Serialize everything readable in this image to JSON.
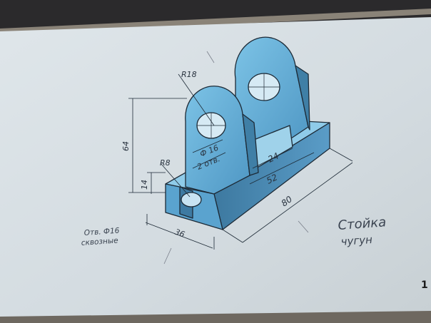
{
  "drawing": {
    "dimensions": {
      "r18": "R18",
      "r8": "R8",
      "d16": "Ф 16",
      "holes2": "2 отв.",
      "h64": "64",
      "h14": "14",
      "w24": "24",
      "w52": "52",
      "l80": "80",
      "w36": "36"
    },
    "note": {
      "line1": "Отв. Ф16",
      "line2": "сквозные"
    },
    "title": {
      "name": "Стойка",
      "material": "чугун"
    },
    "page_number": "1"
  },
  "colors": {
    "paper": "#d6dee2",
    "part_fill": "#6cb4dc",
    "part_dark": "#3f7fa6",
    "line": "#1d2a36",
    "background": "#2b2a2c"
  }
}
